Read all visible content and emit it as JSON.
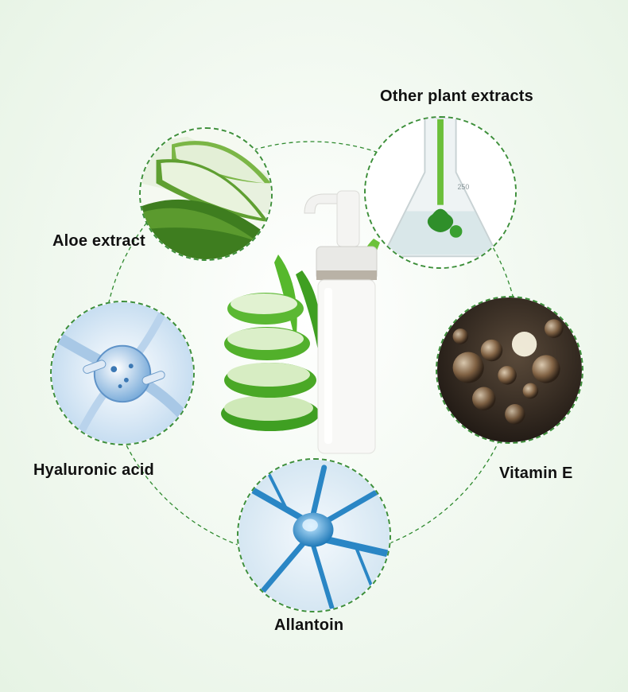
{
  "ingredients": {
    "aloe_extract": "Aloe extract",
    "other_plant_extracts": "Other plant extracts",
    "hyaluronic_acid": "Hyaluronic acid",
    "vitamin_e": "Vitamin E",
    "allantoin": "Allantoin"
  },
  "flask_mark": "250",
  "colors": {
    "ring": "#2f8a2f",
    "background": "#e9f4e7",
    "aloe_green": "#4caf2c",
    "bottle": "#f7f7f5"
  },
  "icons": {
    "aloe": "aloe-leaf-icon",
    "flask": "flask-icon",
    "molecule": "molecule-icon",
    "bubbles": "bubbles-icon",
    "neuron": "neuron-icon",
    "bottle": "pump-bottle-icon"
  }
}
